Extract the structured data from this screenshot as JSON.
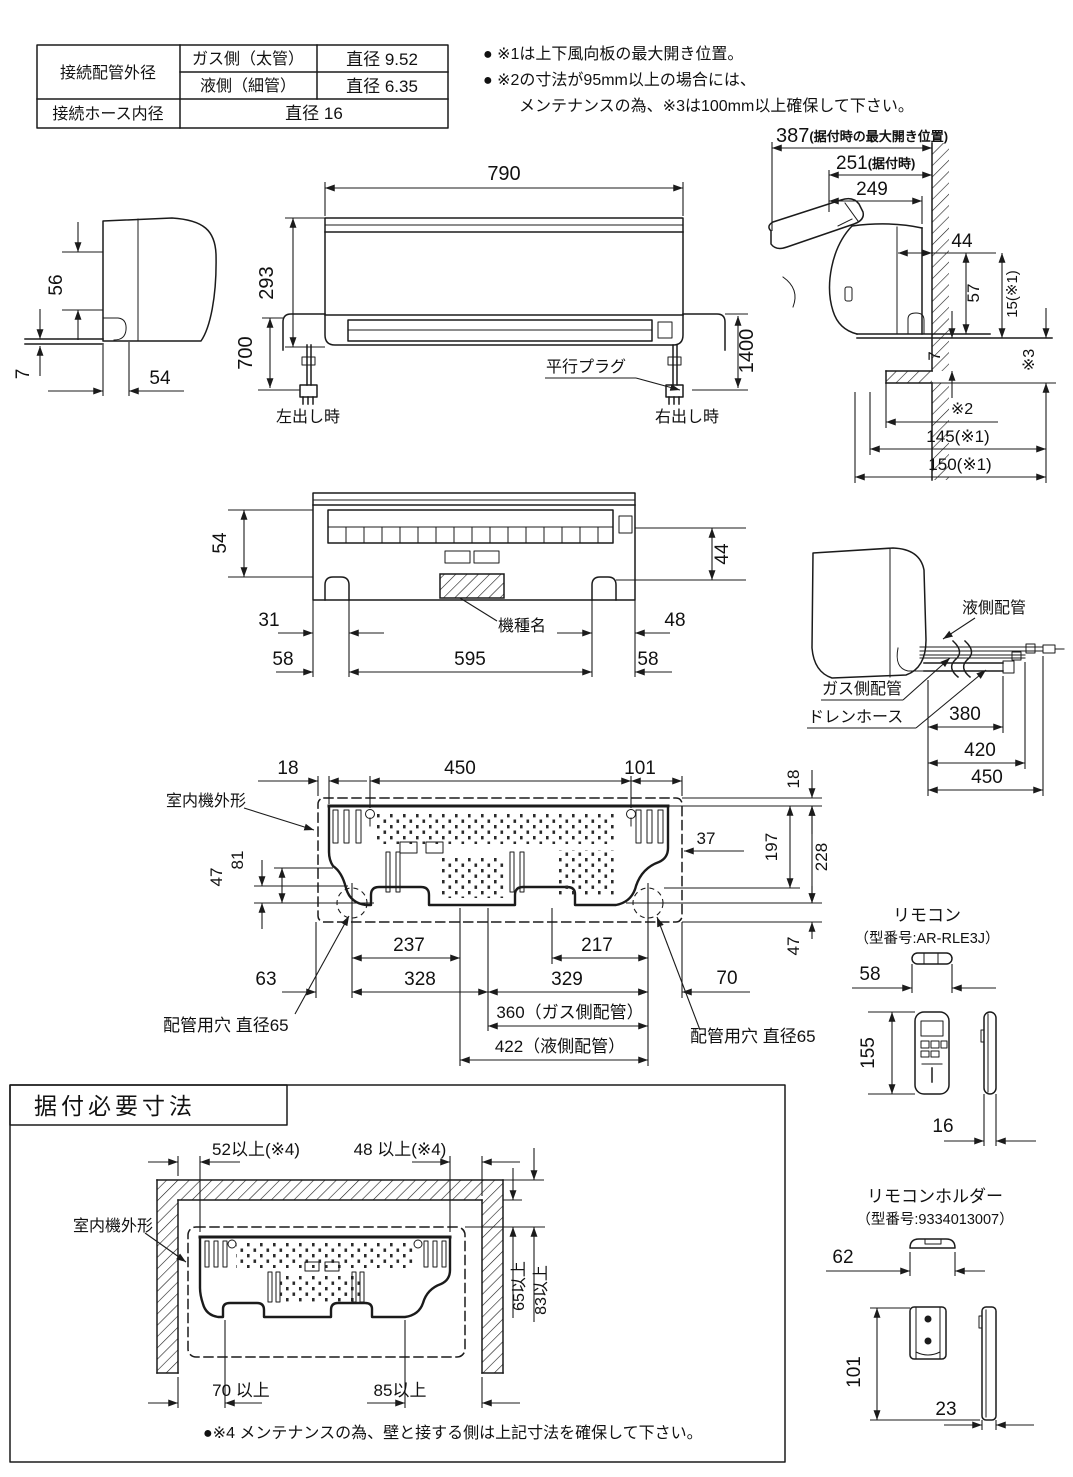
{
  "spec_table": {
    "col_outer": "接続配管外径",
    "gas_label": "ガス側（太管）",
    "gas_value": "直径 9.52",
    "liq_label": "液側（細管）",
    "liq_value": "直径 6.35",
    "hose_label": "接続ホース内径",
    "hose_value": "直径 16"
  },
  "notes": {
    "n1": "● ※1は上下風向板の最大開き位置。",
    "n2": "● ※2の寸法が95mm以上の場合には、",
    "n3": "メンテナンスの為、※3は100mm以上確保して下さい。"
  },
  "left_side_view": {
    "d56": "56",
    "d7": "7",
    "d54": "54"
  },
  "front_view": {
    "d790": "790",
    "d293": "293",
    "d700": "700",
    "d1400": "1400",
    "plug": "平行プラグ",
    "left_exit": "左出し時",
    "right_exit": "右出し時"
  },
  "wall_side_view": {
    "d387": "387",
    "d387_note": "(据付時の最大開き位置)",
    "d251": "251",
    "d251_note": "(据付時)",
    "d249": "249",
    "d44": "44",
    "d57": "57",
    "d15": "15(※1)",
    "d7": "7",
    "s3": "※3",
    "s2": "※2",
    "d145": "145(※1)",
    "d150": "150(※1)"
  },
  "top_view": {
    "d54": "54",
    "d44": "44",
    "d31": "31",
    "d48": "48",
    "d58_left": "58",
    "d595": "595",
    "d58_right": "58",
    "model": "機種名"
  },
  "piping_view": {
    "liquid": "液側配管",
    "gas": "ガス側配管",
    "drain": "ドレンホース",
    "d380": "380",
    "d420": "420",
    "d450": "450"
  },
  "rear_view": {
    "d18_left": "18",
    "d450": "450",
    "d101": "101",
    "d18_right": "18",
    "outline": "室内機外形",
    "d37": "37",
    "d197": "197",
    "d228": "228",
    "d47_left": "47",
    "d81": "81",
    "d47_right": "47",
    "d237": "237",
    "d217": "217",
    "d63": "63",
    "d328": "328",
    "d329": "329",
    "d70": "70",
    "d360": "360（ガス側配管）",
    "d422": "422（液側配管）",
    "hole_left": "配管用穴 直径65",
    "hole_right": "配管用穴 直径65"
  },
  "remote": {
    "title": "リモコン",
    "model": "（型番号:AR-RLE3J）",
    "d58": "58",
    "d155": "155",
    "d16": "16"
  },
  "install": {
    "title": "据付必要寸法",
    "d52": "52以上(※4)",
    "d48": "48 以上(※4)",
    "outline": "室内機外形",
    "d65": "65以上",
    "d83": "83以上",
    "d70": "70 以上",
    "d85": "85以上",
    "note": "●※4 メンテナンスの為、壁と接する側は上記寸法を確保して下さい。"
  },
  "holder": {
    "title": "リモコンホルダー",
    "model": "（型番号:9334013007）",
    "d62": "62",
    "d101": "101",
    "d23": "23"
  },
  "colors": {
    "ink": "#1b1b1b",
    "paper": "#ffffff"
  }
}
